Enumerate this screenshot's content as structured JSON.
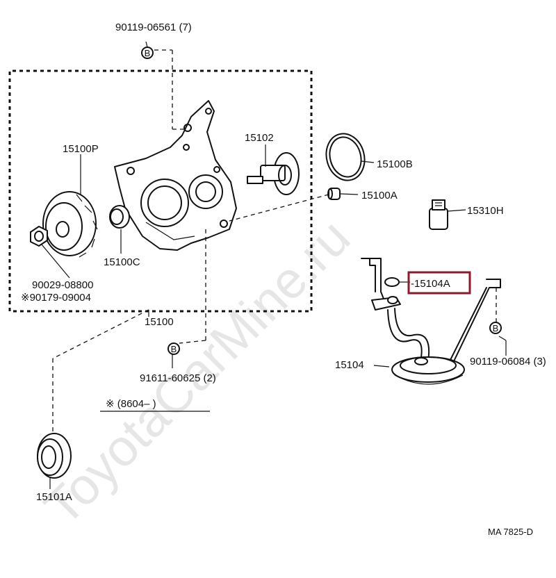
{
  "watermark": "ToyotaCarMine.ru",
  "highlight_color": "#8b1a2b",
  "bolt_marker_letter": "B",
  "labels": {
    "bolt_top": "90119-06561 (7)",
    "pump_drive_gear": "15100P",
    "relief_valve": "15102",
    "oring_b": "15100B",
    "bushing_a": "15100A",
    "sensor": "15310H",
    "seal_c": "15100C",
    "nut_1": "90029-08800",
    "nut_2": "※90179-09004",
    "pump_assy": "15100",
    "gasket_highlighted": "-15104A",
    "bolt_right": "90119-06084 (3)",
    "strainer": "15104",
    "bolt_bottom": "91611-60625 (2)",
    "note": "※ (8604–        )",
    "oil_seal": "15101A",
    "ref_code": "MA  7825-D"
  }
}
